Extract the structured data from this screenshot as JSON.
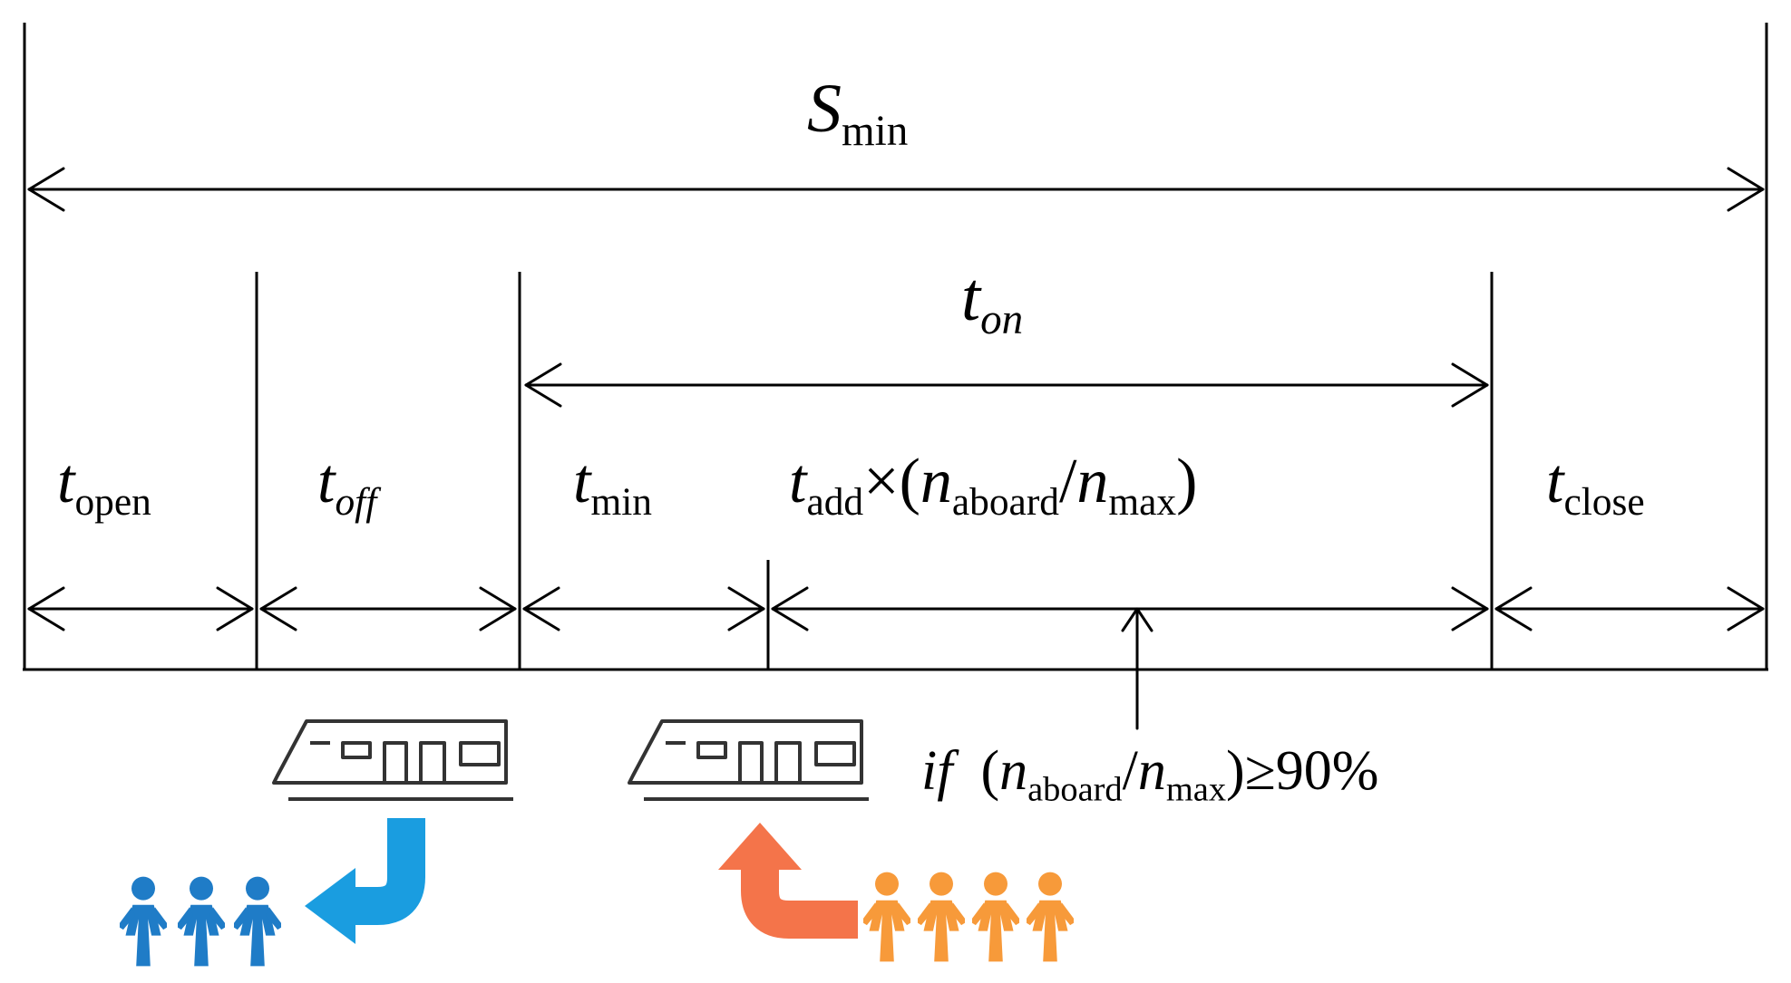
{
  "diagram": {
    "total": {
      "var": "S",
      "sub": "min"
    },
    "on": {
      "var": "t",
      "sub": "on"
    },
    "segments": {
      "open": {
        "var": "t",
        "sub": "open"
      },
      "off": {
        "var": "t",
        "sub": "off"
      },
      "min": {
        "var": "t",
        "sub": "min"
      },
      "add": {
        "var": "t",
        "sub": "add",
        "times": "×",
        "lparen": "(",
        "n1": "n",
        "n1sub": "aboard",
        "slash": "/",
        "n2": "n",
        "n2sub": "max",
        "rparen": ")"
      },
      "close": {
        "var": "t",
        "sub": "close"
      }
    },
    "condition": {
      "if": "if",
      "lparen": "(",
      "n1": "n",
      "n1sub": "aboard",
      "slash": "/",
      "n2": "n",
      "n2sub": "max",
      "rparen": ")",
      "op": "≥",
      "value": "90%"
    },
    "icons": [
      "train-icon",
      "train-icon",
      "alighting-arrow-icon",
      "boarding-arrow-icon",
      "alighting-passengers-icon",
      "boarding-passengers-icon"
    ],
    "colors": {
      "line": "#000000",
      "alight": "#1a9de0",
      "alight_people": "#1f7cc7",
      "board": "#f4744a",
      "board_people": "#f79a3a"
    }
  }
}
